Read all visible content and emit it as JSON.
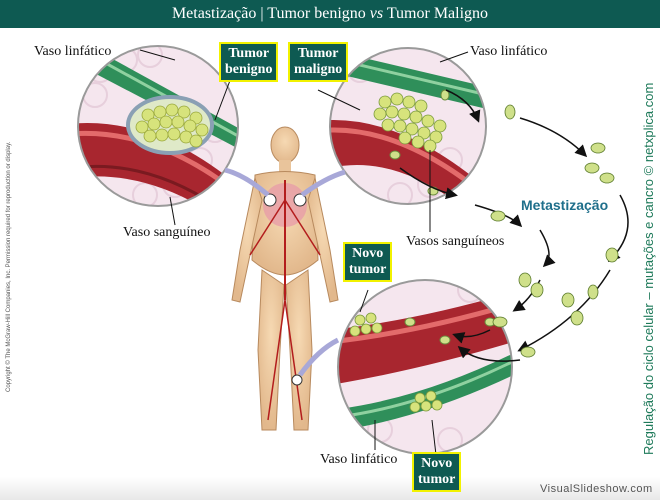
{
  "title": {
    "part1": "Metastização | Tumor benigno ",
    "vs": "vs",
    "part2": " Tumor Maligno"
  },
  "labels": {
    "lymph_top_left": "Vaso linfático",
    "lymph_top_right": "Vaso linfático",
    "blood_left": "Vaso sanguíneo",
    "blood_vessels": "Vasos sanguíneos",
    "lymph_bottom": "Vaso linfático",
    "metastasis": "Metastização"
  },
  "boxes": {
    "benign": [
      "Tumor",
      "benigno"
    ],
    "malignant": [
      "Tumor",
      "maligno"
    ],
    "new_tumor_top": [
      "Novo",
      "tumor"
    ],
    "new_tumor_bottom": [
      "Novo",
      "tumor"
    ]
  },
  "side_text": "Regulação do ciclo celular – mutações e cancro © netxplica.com",
  "copyright": "Copyright © The McGraw-Hill Companies, Inc. Permission required for reproduction or display.",
  "watermark": "VisualSlideshow.com",
  "colors": {
    "title_bg": "#0e5a52",
    "box_border": "#f2f200",
    "metastasis_text": "#1f6f8b",
    "side_text": "#1e7a5a"
  }
}
